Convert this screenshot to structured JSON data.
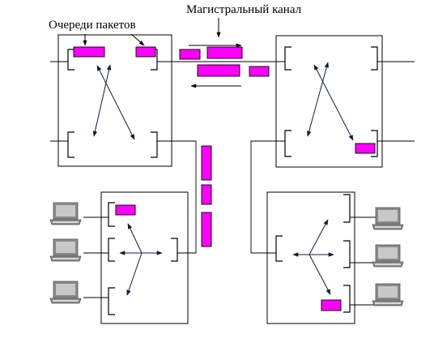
{
  "labels": {
    "packet_queues": "Очереди пакетов",
    "trunk_channel": "Магистральный канал"
  },
  "colors": {
    "packet": "#ff00ff",
    "line": "#000000",
    "arrow": "#0f1e3c",
    "laptop_screen": "#c8c8c8",
    "laptop_body": "#8a8a8a"
  },
  "icons": {
    "computer": "laptop-icon",
    "packet": "packet-rect"
  }
}
